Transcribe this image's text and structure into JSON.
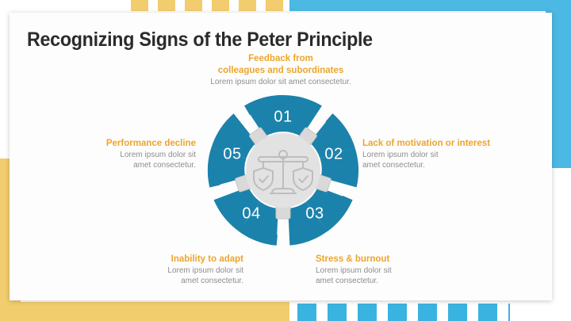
{
  "slide": {
    "title": "Recognizing Signs of the Peter Principle",
    "accent_orange": "#eda52c",
    "accent_blue": "#1b82ab",
    "accent_light_blue": "#4bb9e3",
    "accent_yellow": "#f2cd6e",
    "body_gray": "#8d8d8d"
  },
  "diagram": {
    "type": "radial-5-step-wheel",
    "center_icon": "balance-scales-icon",
    "segments": [
      {
        "number": "01",
        "title": "Feedback from\ncolleagues and subordinates",
        "title_line1": "Feedback from",
        "title_line2": "colleagues and subordinates",
        "body": "Lorem ipsum dolor sit amet consectetur."
      },
      {
        "number": "02",
        "title": "Lack of motivation or interest",
        "body_line1": "Lorem ipsum dolor sit",
        "body_line2": "amet consectetur."
      },
      {
        "number": "03",
        "title": "Stress & burnout",
        "body_line1": "Lorem ipsum dolor sit",
        "body_line2": "amet consectetur."
      },
      {
        "number": "04",
        "title": "Inability to adapt",
        "body_line1": "Lorem ipsum dolor sit",
        "body_line2": "amet consectetur."
      },
      {
        "number": "05",
        "title": "Performance decline",
        "body_line1": "Lorem ipsum dolor sit",
        "body_line2": "amet consectetur."
      }
    ]
  }
}
